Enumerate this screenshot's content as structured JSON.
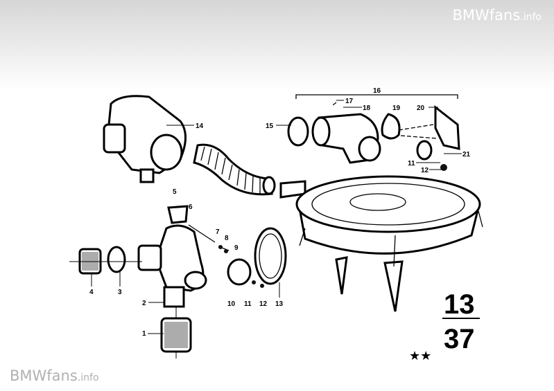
{
  "watermark": {
    "brand": "BMWfans",
    "suffix": ".info"
  },
  "diagram": {
    "callouts": [
      "1",
      "2",
      "3",
      "4",
      "5",
      "6",
      "7",
      "8",
      "9",
      "10",
      "11",
      "12",
      "13",
      "14",
      "15",
      "16",
      "17",
      "18",
      "19",
      "20",
      "21",
      "11",
      "12"
    ],
    "page_number": {
      "top": "13",
      "bottom": "37"
    },
    "stars": "★★"
  }
}
